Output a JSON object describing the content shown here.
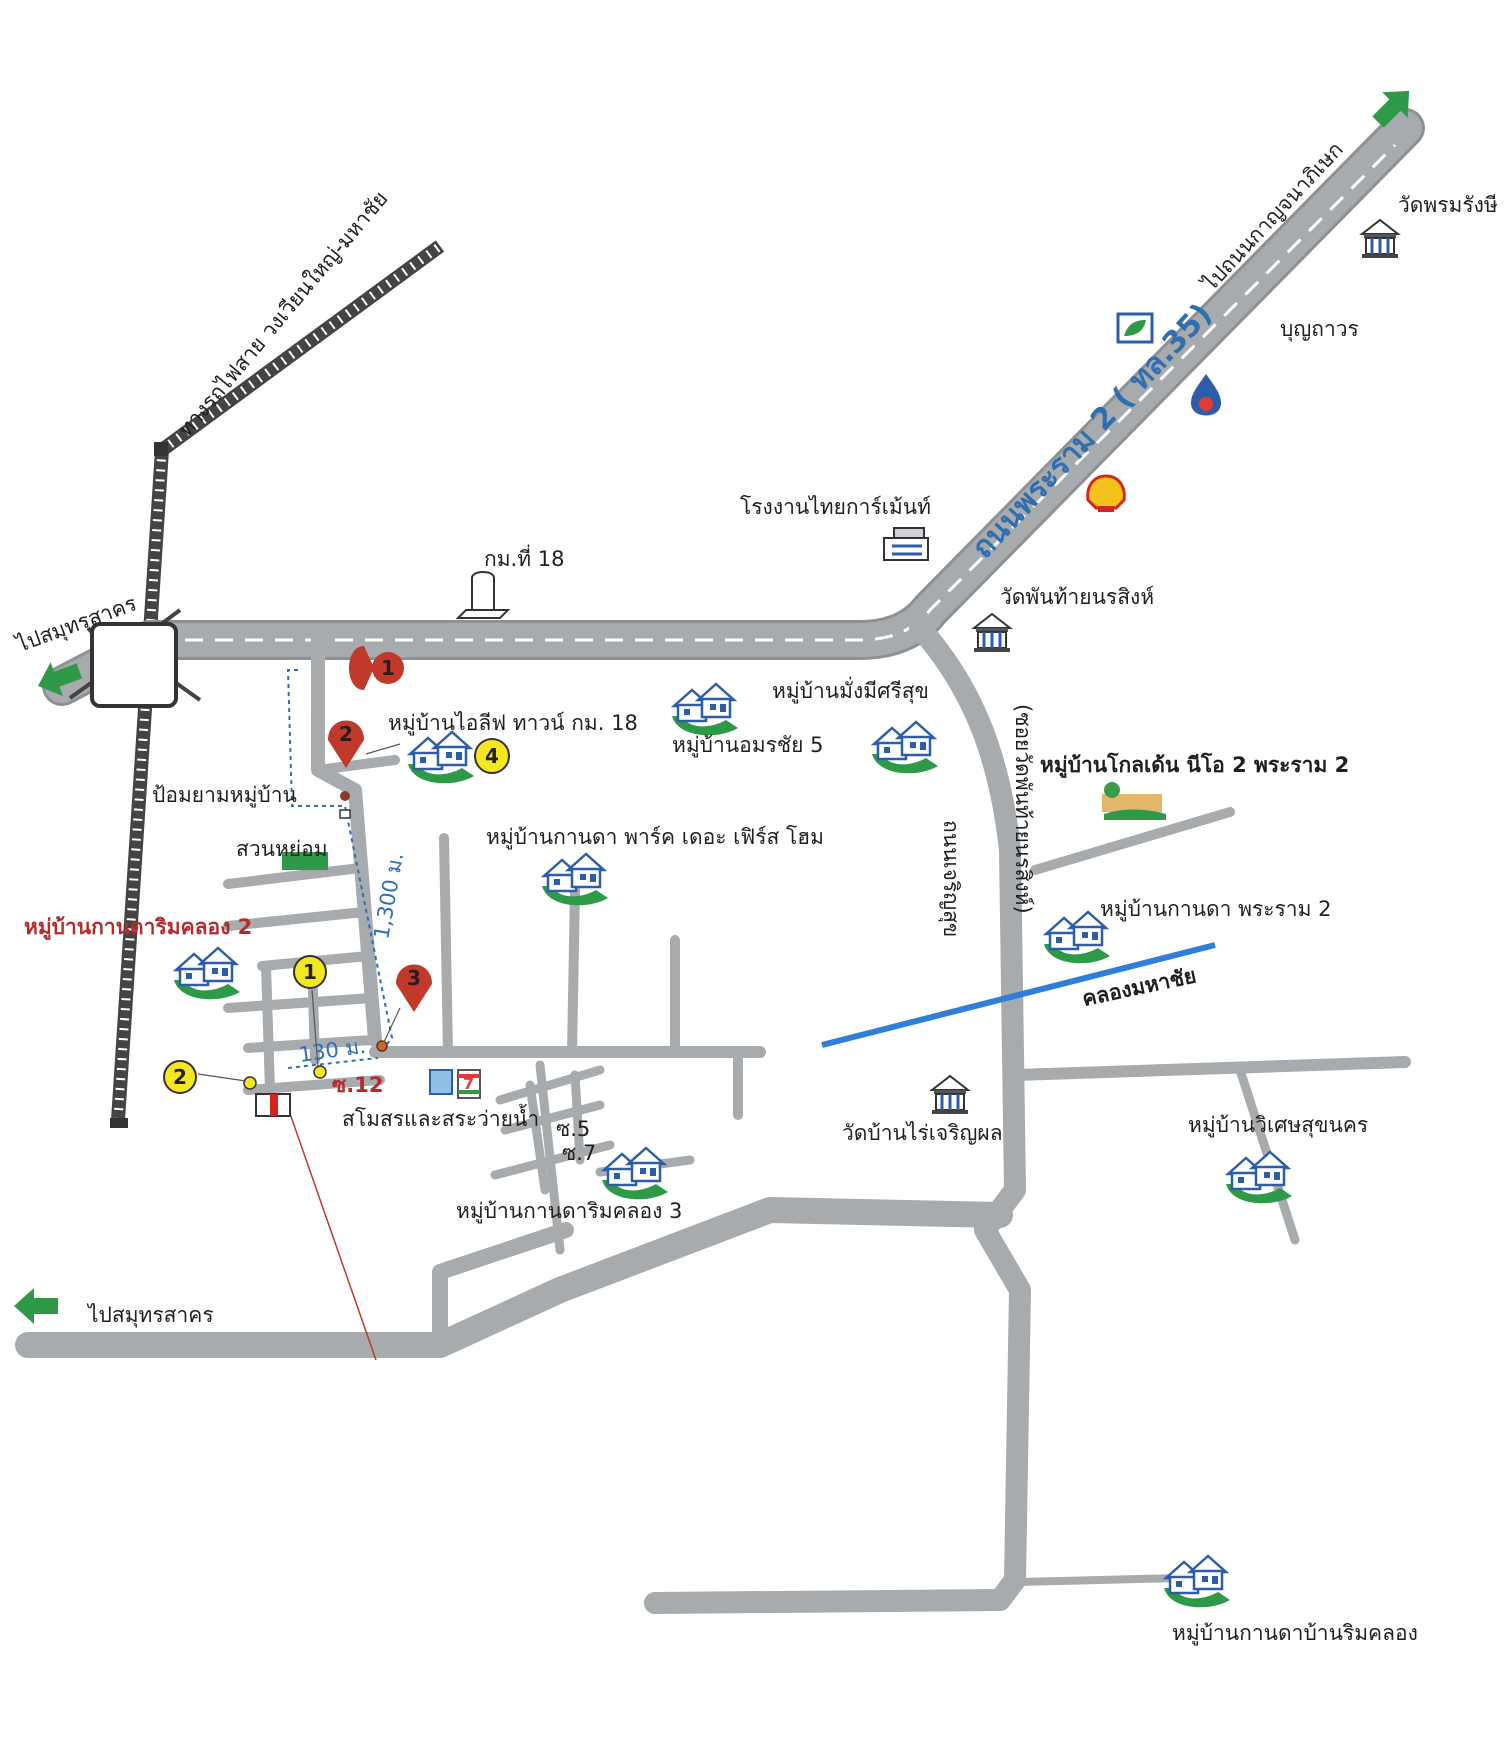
{
  "map": {
    "roads": {
      "rama2": "ถนนพระราม 2 ( ทล.35)",
      "rama2_exit": "ไปถนนกาญจนาภิเษก",
      "railway": "ทางรถไฟสาย วงเวียนใหญ่-มหาชัย",
      "to_samut_top": "ไปสมุทรสาคร",
      "to_samut_bottom": "ไปสมุทรสาคร",
      "soi_v1": "ถนนเจริญสุข",
      "soi_v2": "(ซอยวัดพันท้ายนรสิงห์)",
      "canal": "คลองมหาชัย",
      "soi12": "ซ.12",
      "soi5": "ซ.5",
      "soi7": "ซ.7",
      "dist_1300": "1,300 ม.",
      "dist_130": "130 ม."
    },
    "places": {
      "wat_phrom": "วัดพรมรังษี",
      "boonthaworn": "บุญถาวร",
      "thai_garment": "โรงงานไทยการ์เม้นท์",
      "km18": "กม.ที่ 18",
      "wat_phanthai": "วัดพันท้ายนรสิงห์",
      "mangmee": "หมู่บ้านมั่งมีศรีสุข",
      "amornchai": "หมู่บ้านอมรชัย 5",
      "golden_neo": "หมู่บ้านโกลเด้น นีโอ 2 พระราม 2",
      "ilive": "หมู่บ้านไอลีฟ ทาวน์ กม. 18",
      "guard_post": "ป้อมยามหมู่บ้าน",
      "park": "สวนหย่อม",
      "kanda_park": "หมู่บ้านกานดา พาร์ค เดอะ เฟิร์ส โฮม",
      "kanda_rim2": "หมู่บ้านกานดาริมคลอง 2",
      "kanda_rama2": "หมู่บ้านกานดา พระราม 2",
      "club": "สโมสรและสระว่ายน้ำ",
      "wat_rai": "วัดบ้านไร่เจริญผล",
      "wiset": "หมู่บ้านวิเศษสุขนคร",
      "kanda_rim3": "หมู่บ้านกานดาริมคลอง 3",
      "kanda_baan": "หมู่บ้านกานดาบ้านริมคลอง",
      "seven_eleven": "7"
    },
    "markers_red": [
      "1",
      "2",
      "3"
    ],
    "markers_yellow": [
      "1",
      "2",
      "4"
    ],
    "colors": {
      "road": "#a7abae",
      "arrow": "#2e9a48",
      "canal": "#2f7ed8",
      "marker_red": "#c0392b",
      "marker_yellow": "#f5e622",
      "title_blue": "#2f6fb0"
    },
    "icons": {
      "house": "house-icon",
      "temple": "temple-icon",
      "shell": "shell-station-icon",
      "ptt": "ptt-station-icon",
      "bangchak": "bangchak-station-icon",
      "factory": "factory-icon",
      "milestone": "milestone-icon"
    }
  }
}
